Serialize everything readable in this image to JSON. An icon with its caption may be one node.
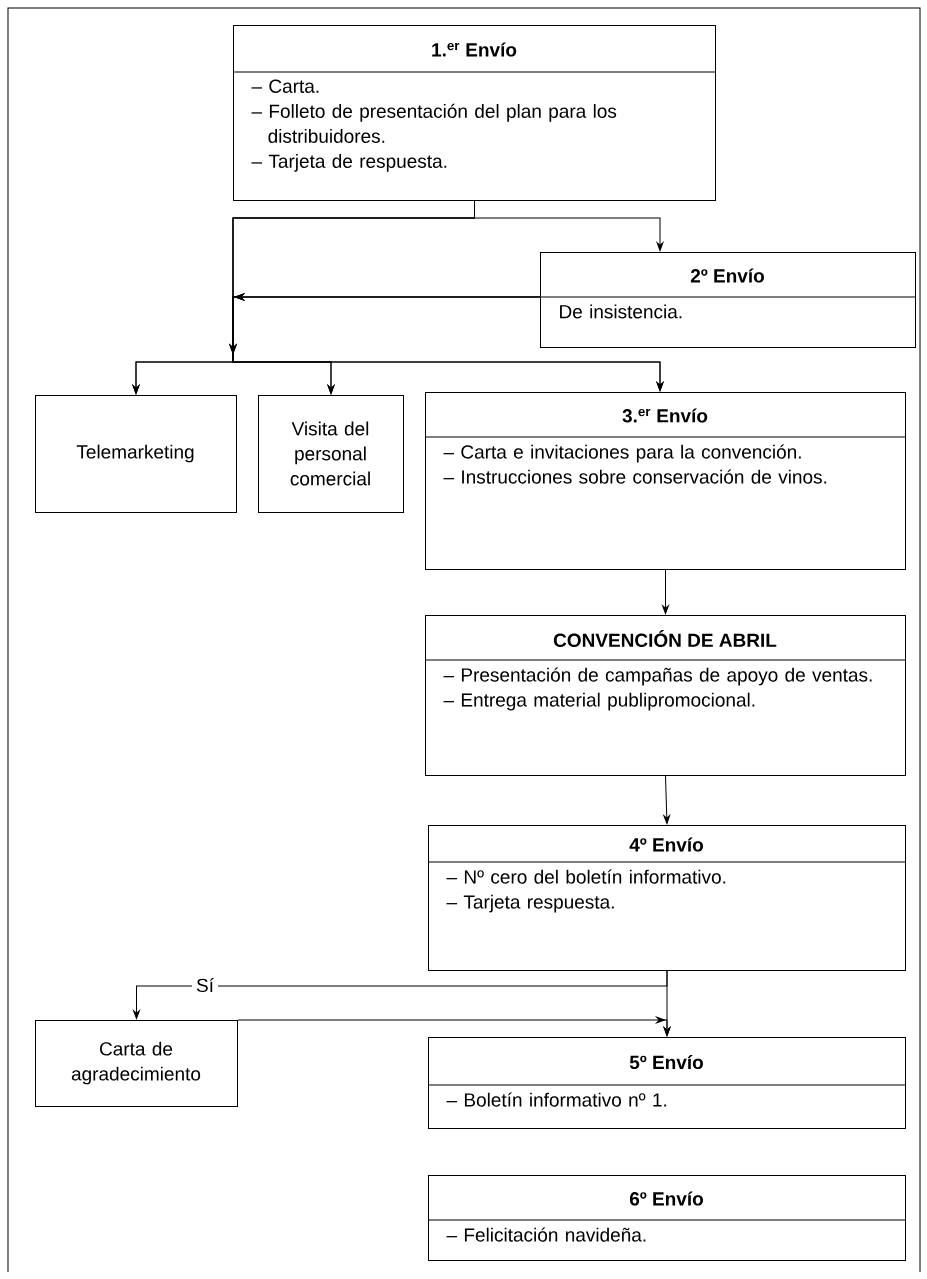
{
  "diagram": {
    "nodes": [
      {
        "text": [
          "1.$^{er}$ Envío",
          "– Carta.",
          "– Folleto de presentación del plan para los distribuidores.",
          "– Tarjeta de respuesta."
        ]
      },
      {
        "text": [
          "2º Envío",
          "De insistencia."
        ]
      },
      {
        "text": [
          "Telemarketing"
        ]
      },
      {
        "text": [
          "Visita del personal comercial"
        ]
      },
      {
        "text": [
          "3.$^{er}$ Envío",
          "– Carta e invitaciones para la convención.",
          "– Instrucciones sobre conservación de vinos."
        ]
      },
      {
        "text": [
          "CONVENCIÓN DE ABRIL",
          "– Presentación de campañas de apoyo de ventas.",
          "– Entrega material publipromocional."
        ]
      },
      {
        "text": [
          "4º Envío",
          "– Nº cero del boletín informativo.",
          "– Tarjeta respuesta."
        ]
      },
      {
        "text": [
          "Carta de agradecimiento"
        ]
      },
      {
        "text": [
          "5º Envío",
          "– Boletín informativo nº 1."
        ]
      },
      {
        "text": [
          "6º Envío",
          "– Felicitación navideña."
        ]
      }
    ],
    "edges": [
      {
        "from": 0,
        "to": 1,
        "arrow": "to"
      },
      {
        "from": 0,
        "to": 2,
        "arrow": "to"
      },
      {
        "from": 0,
        "to": 3,
        "arrow": "to"
      },
      {
        "from": 0,
        "to": 4,
        "arrow": "to"
      },
      {
        "from": 1,
        "to": 2,
        "arrow": "to"
      },
      {
        "from": 1,
        "to": 3,
        "arrow": "to"
      },
      {
        "from": 1,
        "to": 4,
        "arrow": "to"
      },
      {
        "from": 4,
        "to": 5,
        "arrow": "to"
      },
      {
        "from": 5,
        "to": 6,
        "arrow": "to"
      },
      {
        "from": 6,
        "to": 8,
        "arrow": "to"
      },
      {
        "from": 6,
        "to": 7,
        "arrow": "to",
        "label": "Sí"
      },
      {
        "from": 7,
        "to": 8,
        "arrow": "to"
      }
    ]
  }
}
